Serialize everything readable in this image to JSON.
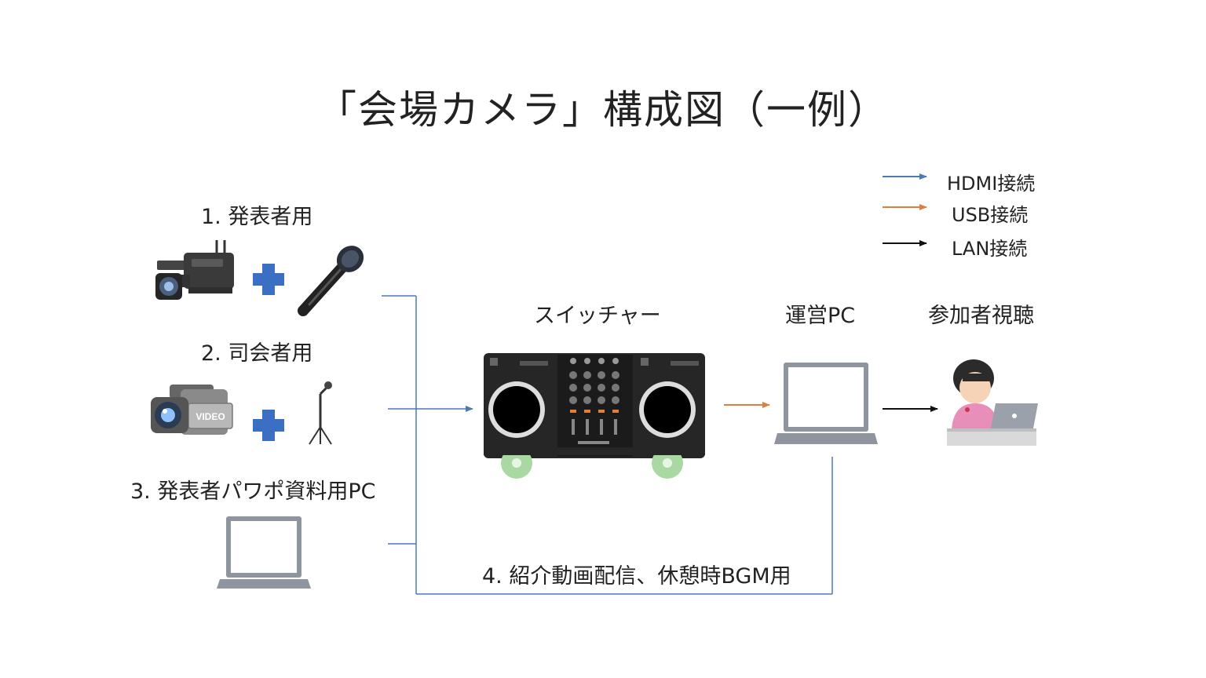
{
  "title": "「会場カメラ」構成図（一例）",
  "legend": [
    {
      "label": "HDMI接続",
      "color": "#4a7ab8"
    },
    {
      "label": "USB接続",
      "color": "#e0803a"
    },
    {
      "label": "LAN接続",
      "color": "#111111"
    }
  ],
  "sources": [
    {
      "label": "1.  発表者用"
    },
    {
      "label": "2.  司会者用"
    },
    {
      "label": "3.  発表者パワポ資料用PC"
    }
  ],
  "bgm_label": "4.  紹介動画配信、休憩時BGM用",
  "switcher_label": "スイッチャー",
  "operation_pc_label": "運営PC",
  "viewer_label": "参加者視聴",
  "video_camera_text": "VIDEO",
  "colors": {
    "hdmi": "#4a7ab8",
    "usb": "#e0803a",
    "lan": "#111111",
    "plus": "#3a6fc4"
  }
}
